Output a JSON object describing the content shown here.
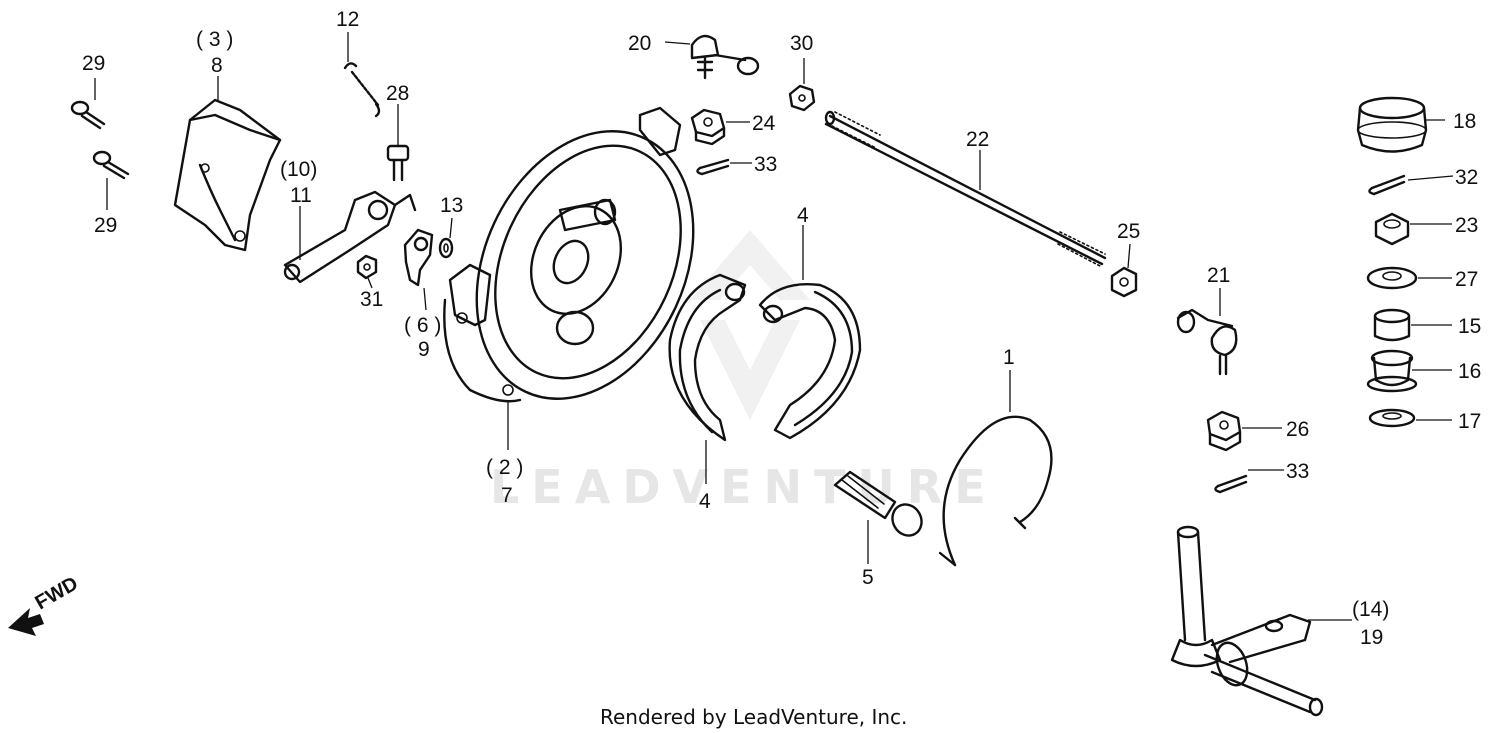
{
  "watermark": "LEADVENTURE",
  "credit": "Rendered by LeadVenture, Inc.",
  "direction_label": "FWD",
  "callouts": {
    "c1": "1",
    "c4a": "4",
    "c4b": "4",
    "c5": "5",
    "c7": "7",
    "c8": "8",
    "c9": "9",
    "c11": "11",
    "c12": "12",
    "c13": "13",
    "c15": "15",
    "c16": "16",
    "c17": "17",
    "c18": "18",
    "c19": "19",
    "c20": "20",
    "c21": "21",
    "c22": "22",
    "c23": "23",
    "c24": "24",
    "c25": "25",
    "c26": "26",
    "c27": "27",
    "c28": "28",
    "c29a": "29",
    "c29b": "29",
    "c30": "30",
    "c31": "31",
    "c32": "32",
    "c33a": "33",
    "c33b": "33"
  },
  "paren_callouts": {
    "p2": "( 2 )",
    "p3": "( 3 )",
    "p6": "( 6 )",
    "p10": "(10)",
    "p14": "(14)"
  }
}
